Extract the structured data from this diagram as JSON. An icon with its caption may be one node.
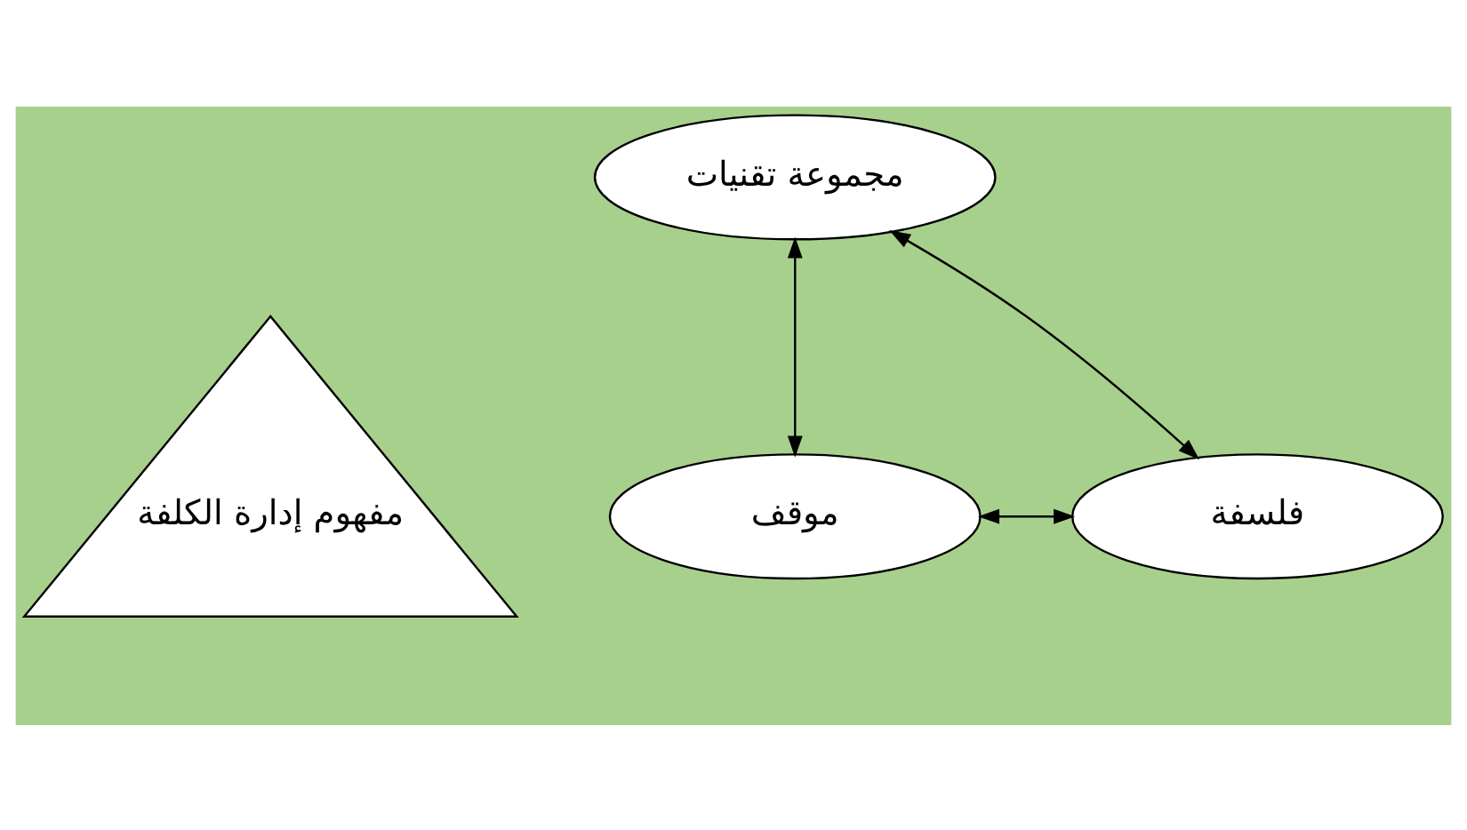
{
  "diagram": {
    "nodes": [
      {
        "text": [
          "مجموعة تقنيات"
        ]
      },
      {
        "text": [
          "مفهوم إدارة الكلفة"
        ]
      },
      {
        "text": [
          "فلسفة"
        ]
      },
      {
        "text": [
          "موقف"
        ]
      }
    ],
    "edges": [
      {
        "from": 2,
        "to": 0,
        "arrow": "both"
      },
      {
        "from": 0,
        "to": 3,
        "arrow": "both"
      },
      {
        "from": 2,
        "to": 3,
        "arrow": "both"
      }
    ]
  }
}
